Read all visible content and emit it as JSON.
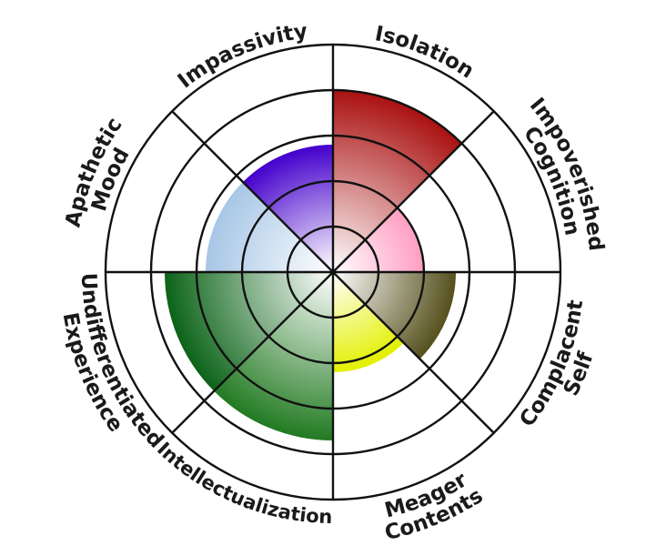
{
  "chart_data": {
    "type": "polar-area",
    "title": "",
    "max": 4,
    "rings": [
      1,
      2,
      3,
      4
    ],
    "categories": [
      "Isolation",
      "Impoverished Cognition",
      "Complacent Self",
      "Meager Contents",
      "Intellectualization",
      "Undifferentiated Experience",
      "Apathetic Mood",
      "Impassivity"
    ],
    "label_lines": [
      [
        "Isolation"
      ],
      [
        "Impoverished",
        "Cognition"
      ],
      [
        "Complacent",
        "Self"
      ],
      [
        "Meager",
        "Contents"
      ],
      [
        "Intellectualization"
      ],
      [
        "Undifferentiated",
        "Experience"
      ],
      [
        "Apathetic",
        "Mood"
      ],
      [
        "Impassivity"
      ]
    ],
    "values": [
      4,
      2,
      2.7,
      2.2,
      3.7,
      3.7,
      2.8,
      2.8
    ],
    "colors": [
      "#aa1111",
      "#ff9ec2",
      "#55501c",
      "#e3f000",
      "#227a22",
      "#0b6318",
      "#a7c6e6",
      "#4400cc"
    ],
    "grid": true,
    "legend": "none"
  }
}
